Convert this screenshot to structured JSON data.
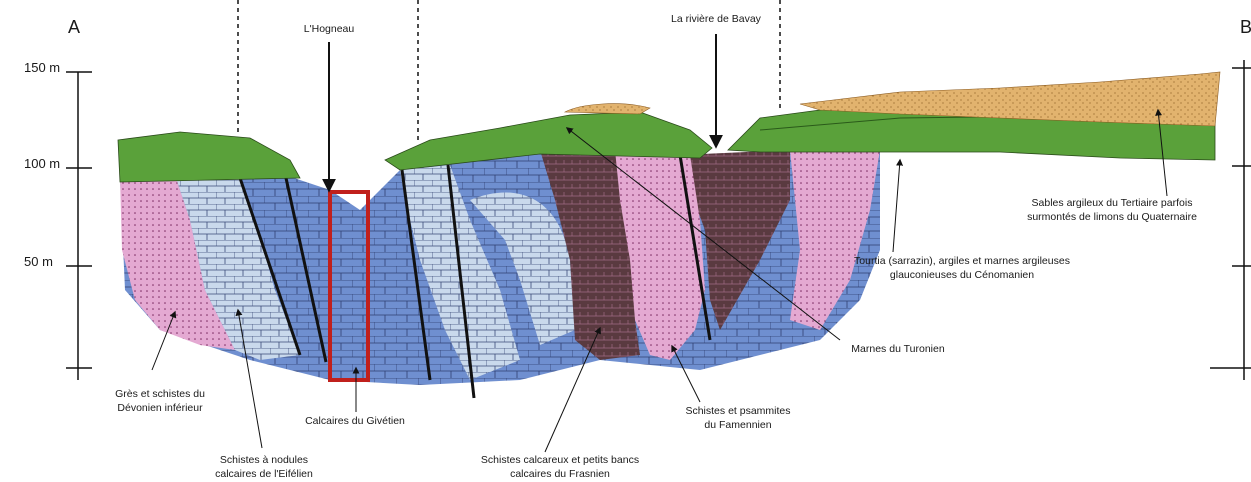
{
  "ends": {
    "left": "A",
    "right": "B"
  },
  "axis": {
    "labels": [
      "150 m",
      "100 m",
      "50 m"
    ]
  },
  "rivers": {
    "hogneau": "L'Hogneau",
    "bavay": "La rivière de Bavay"
  },
  "legend": {
    "gres_l1": "Grès et schistes du",
    "gres_l2": "Dévonien inférieur",
    "eifel_l1": "Schistes à nodules",
    "eifel_l2": "calcaires de l'Eifélien",
    "givet": "Calcaires du Givétien",
    "frasn_l1": "Schistes calcareux et petits bancs",
    "frasn_l2": "calcaires du Frasnien",
    "famen_l1": "Schistes et psammites",
    "famen_l2": "du Famennien",
    "turon": "Marnes du Turonien",
    "cenom_l1": "Tourtia (sarrazin), argiles et marnes argileuses",
    "cenom_l2": "glauconieuses du Cénomanien",
    "tert_l1": "Sables argileux du Tertiaire parfois",
    "tert_l2": "surmontés de limons du Quaternaire"
  },
  "colors": {
    "green": "#5aa13a",
    "blue": "#6f8fd0",
    "lightblue": "#c9d9ec",
    "pink": "#d987c2",
    "brown": "#5a3a40",
    "sand": "#e2b36e",
    "highlight": "#c0201c"
  }
}
